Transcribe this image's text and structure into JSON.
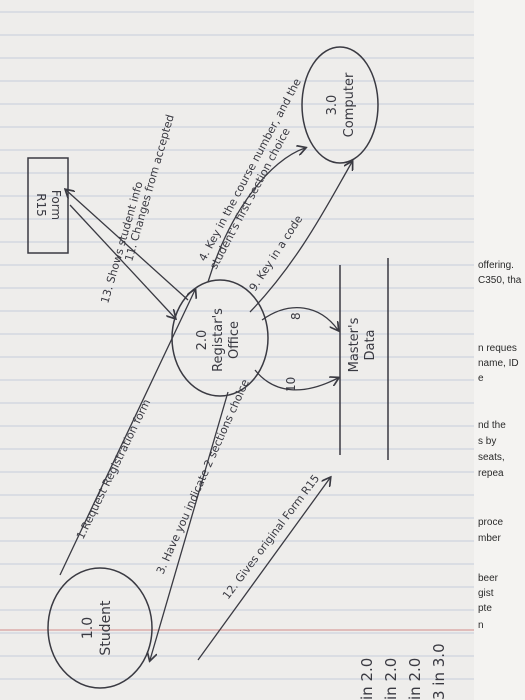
{
  "colors": {
    "ink": "#3a3a42",
    "paper": "#eeedeb",
    "rule": "#b7c2d6",
    "margin": "#d28a8a",
    "background": "#d6d4d2"
  },
  "nodes": {
    "student": {
      "number": "1.0",
      "label": "Student"
    },
    "registrar": {
      "number": "2.0",
      "label_line1": "Registar's",
      "label_line2": "Office"
    },
    "computer": {
      "number": "3.0",
      "label": "Computer"
    },
    "form": {
      "line1": "Form",
      "line2": "R15"
    },
    "datastore": {
      "line1": "Master's",
      "line2": "Data"
    }
  },
  "flows": {
    "f1": "1.Request Registration form",
    "f3": "3. Have you indicate 2 sections choice",
    "f12": "12. Gives original Form R15",
    "f4_line1": "4. Key in the course number, and the",
    "f4_line2": "student's first section choice",
    "f9": "9. Key in a code",
    "f11": "11. Changes from accepted",
    "f13": "13. Shows student info",
    "f8": "8",
    "f10": "10"
  },
  "margin_notes": [
    "in 2.0",
    "in 2.0",
    "in 2.0",
    "3 in 3.0"
  ],
  "right_strip": [
    "offering.",
    "C350, tha",
    "n reques",
    "name, ID",
    "e",
    "nd the",
    "s by",
    "seats,",
    "repea",
    "proce",
    "mber",
    "beer",
    "gist",
    "pte",
    "n"
  ]
}
